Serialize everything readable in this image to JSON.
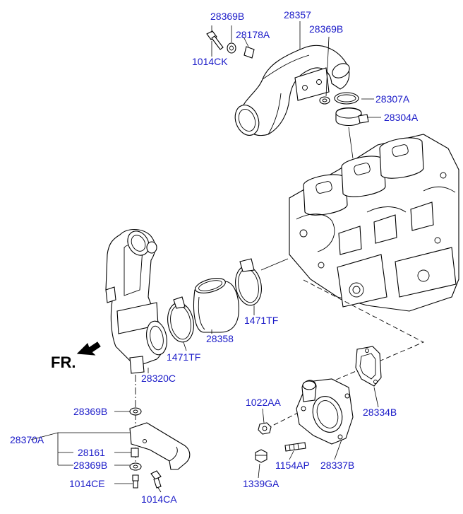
{
  "orientation_label": "FR.",
  "callouts": {
    "c28369b_top": "28369B",
    "c28357": "28357",
    "c28178a": "28178A",
    "c28369b_right": "28369B",
    "c1014ck": "1014CK",
    "c28307a": "28307A",
    "c28304a": "28304A",
    "c1471tf_mid": "1471TF",
    "c28358": "28358",
    "c1471tf_low": "1471TF",
    "c28320c": "28320C",
    "c1022aa": "1022AA",
    "c28334b": "28334B",
    "c28369b_a": "28369B",
    "c28370a": "28370A",
    "c28161": "28161",
    "c28369b_b": "28369B",
    "c1154ap": "1154AP",
    "c28337b": "28337B",
    "c1014ce": "1014CE",
    "c1339ga": "1339GA",
    "c1014ca": "1014CA"
  },
  "colors": {
    "callout_text": "#1a1ac8",
    "linework": "#000000",
    "background": "#ffffff"
  }
}
